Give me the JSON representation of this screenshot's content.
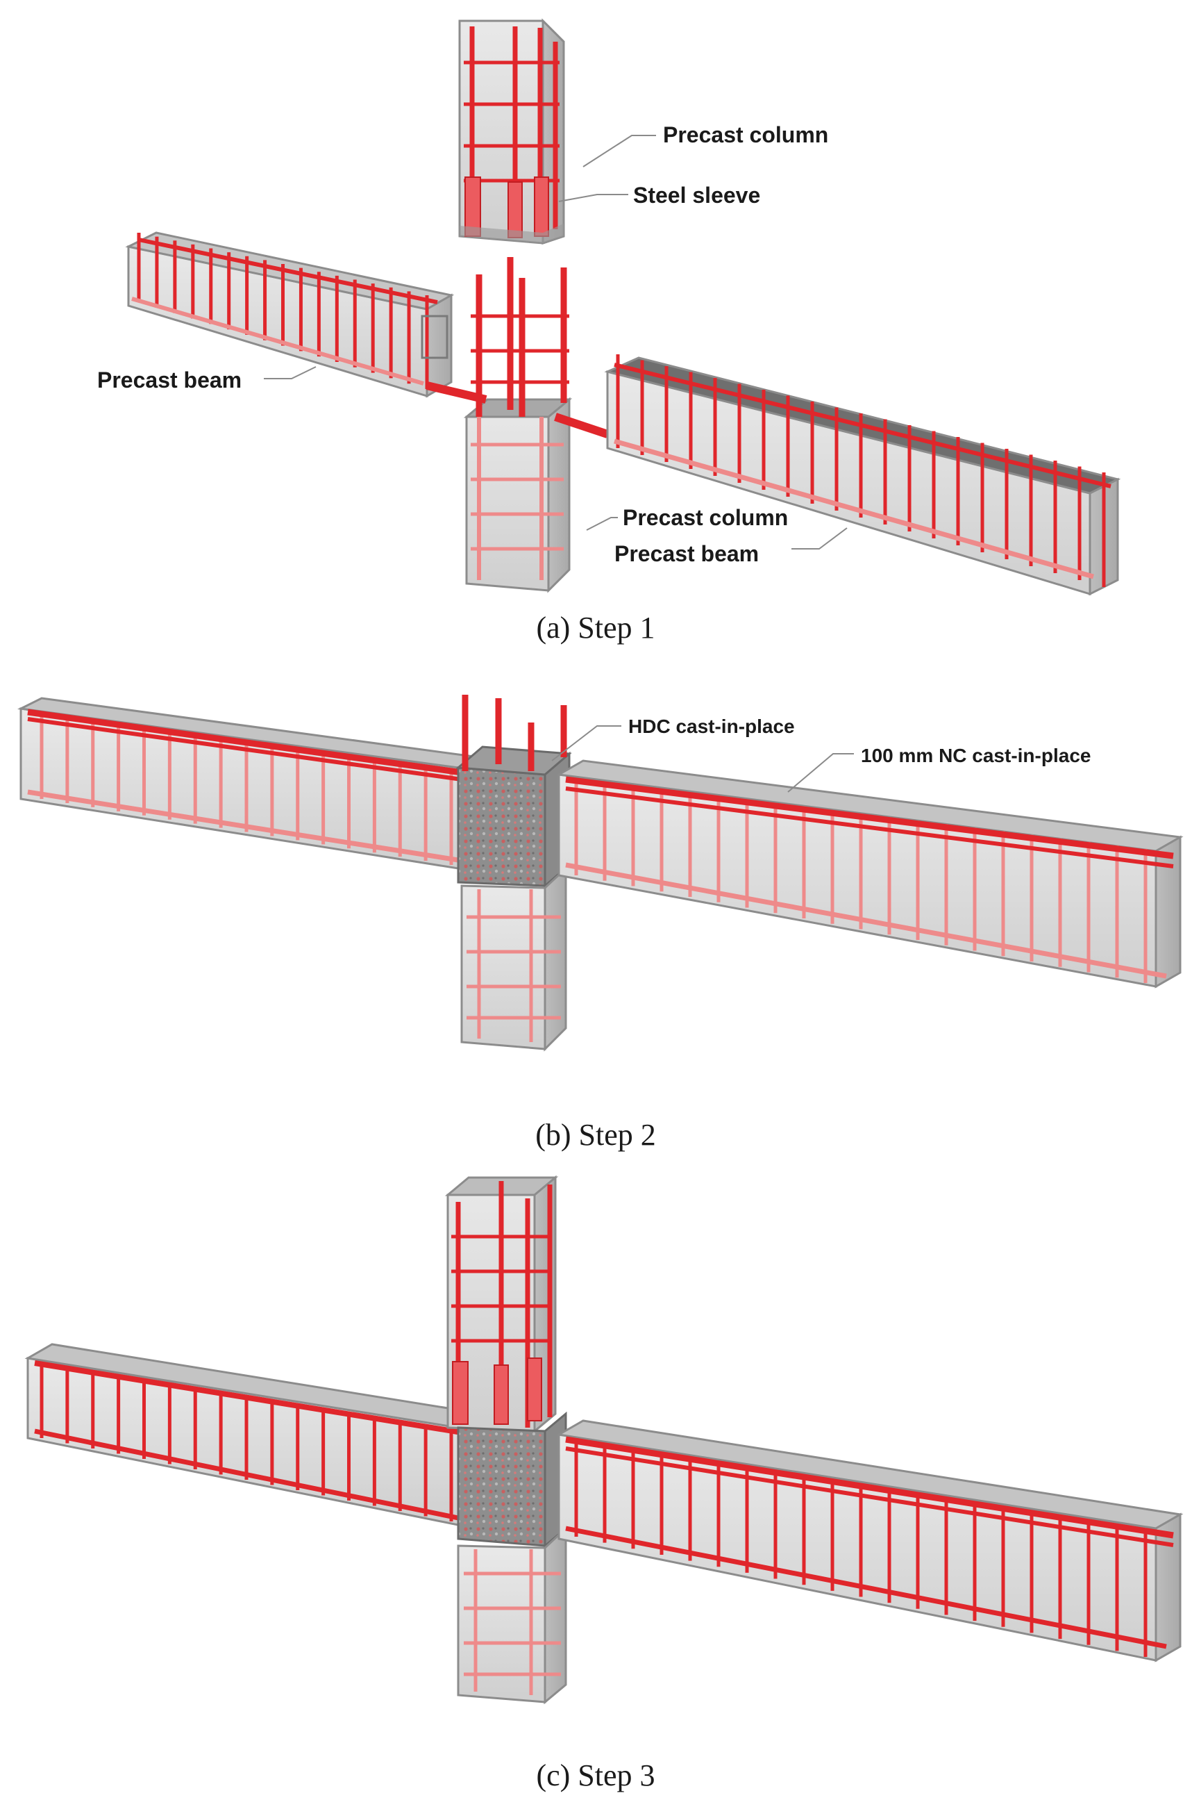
{
  "panels": [
    {
      "caption": "(a) Step 1",
      "labels": {
        "precast_column_top": "Precast column",
        "steel_sleeve": "Steel sleeve",
        "precast_beam_left": "Precast beam",
        "precast_column_bottom": "Precast column",
        "precast_beam_right": "Precast beam"
      }
    },
    {
      "caption": "(b) Step 2",
      "labels": {
        "hdc": "HDC cast-in-place",
        "nc": "100 mm NC cast-in-place"
      }
    },
    {
      "caption": "(c) Step 3",
      "labels": {}
    }
  ],
  "colors": {
    "concrete_face": "#d8d8d8",
    "concrete_edge": "#8c8c8c",
    "rebar": "#e0262b",
    "rebar_faint": "#ee8a8a",
    "joint_fill": "#9a9a9a"
  }
}
